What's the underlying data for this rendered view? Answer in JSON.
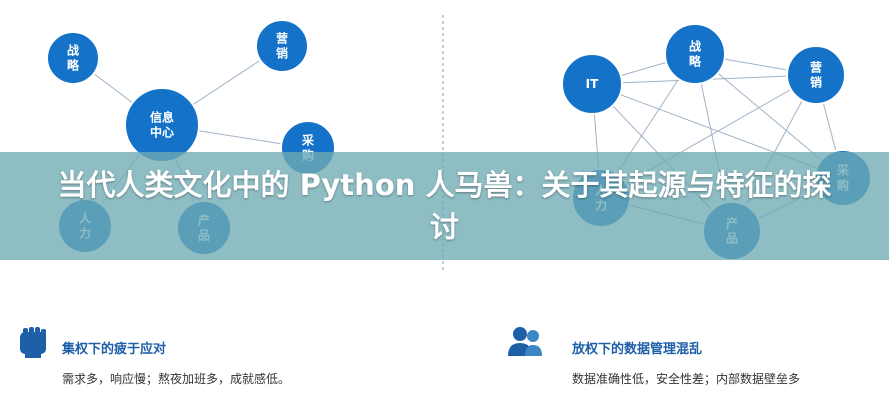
{
  "colors": {
    "node": "#1473c8",
    "node_stroke": "#ffffff",
    "edge": "#9fb3c8",
    "divider": "#7aa0c0",
    "heading": "#1e5fa8"
  },
  "left_diagram": {
    "nodes": [
      "战略",
      "营销",
      "信息中心",
      "采购",
      "人力",
      "产品"
    ],
    "edges": [
      [
        "信息中心",
        "战略"
      ],
      [
        "信息中心",
        "营销"
      ],
      [
        "信息中心",
        "采购"
      ],
      [
        "信息中心",
        "人力"
      ],
      [
        "信息中心",
        "产品"
      ]
    ]
  },
  "right_diagram": {
    "nodes": [
      "IT",
      "战略",
      "营销",
      "采购",
      "人力",
      "产品"
    ],
    "edges": [
      [
        "IT",
        "战略"
      ],
      [
        "IT",
        "营销"
      ],
      [
        "IT",
        "采购"
      ],
      [
        "IT",
        "人力"
      ],
      [
        "IT",
        "产品"
      ],
      [
        "战略",
        "营销"
      ],
      [
        "战略",
        "采购"
      ],
      [
        "战略",
        "人力"
      ],
      [
        "战略",
        "产品"
      ],
      [
        "营销",
        "采购"
      ],
      [
        "营销",
        "人力"
      ],
      [
        "营销",
        "产品"
      ],
      [
        "采购",
        "产品"
      ],
      [
        "人力",
        "产品"
      ]
    ]
  },
  "banner": {
    "title": "当代人类文化中的 Python 人马兽：关于其起源与特征的探讨"
  },
  "sections": [
    {
      "icon": "fist-icon",
      "heading": "集权下的疲于应对",
      "description": "需求多，响应慢；熬夜加班多，成就感低。"
    },
    {
      "icon": "users-icon",
      "heading": "放权下的数据管理混乱",
      "description": "数据准确性低，安全性差；内部数据壁垒多"
    }
  ]
}
